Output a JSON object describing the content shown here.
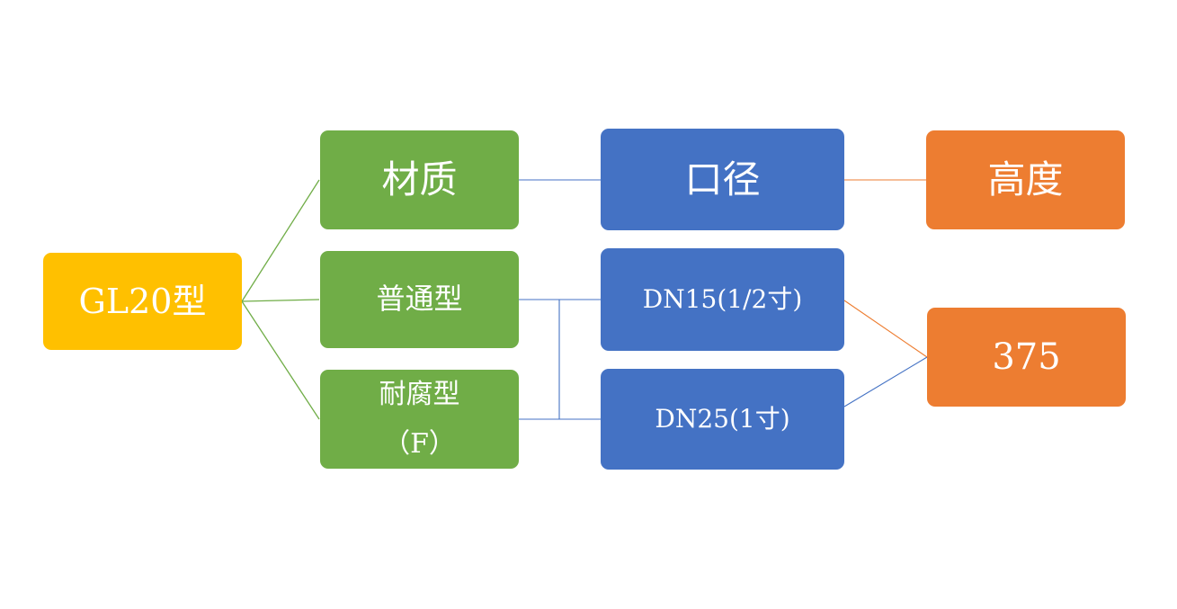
{
  "diagram": {
    "root": "GL20型",
    "material_header": "材质",
    "normal_type": "普通型",
    "corrosion_type": "耐腐型\n（F）",
    "caliber_header": "口径",
    "dn15": "DN15(1/2寸)",
    "dn25": "DN25(1寸)",
    "height_header": "高度",
    "height_value": "375"
  },
  "colors": {
    "root": "#FFC000",
    "material": "#70AD47",
    "caliber": "#4472C4",
    "height": "#ED7D31"
  }
}
